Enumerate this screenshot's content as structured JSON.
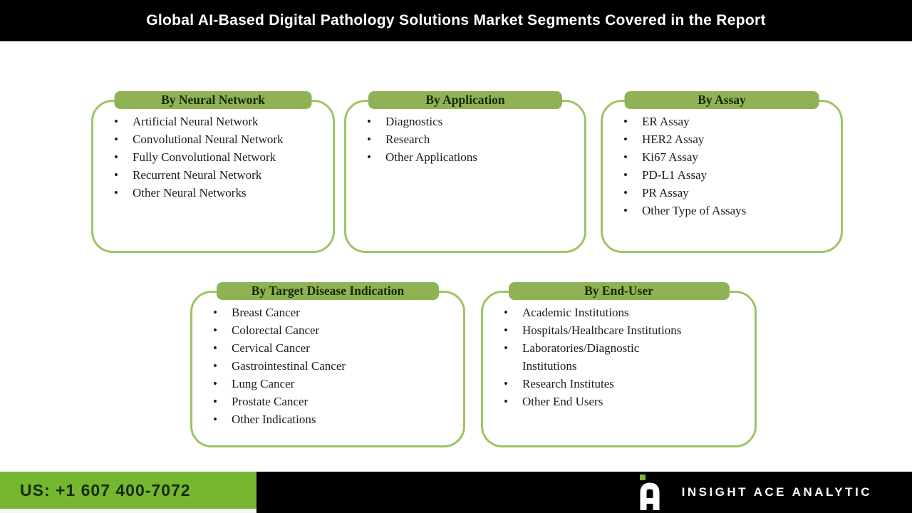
{
  "title": "Global AI-Based Digital Pathology Solutions Market Segments Covered in the Report",
  "colors": {
    "title_bar_bg": "#000000",
    "box_border_green": "#9ec463",
    "pill_green": "#8fb354",
    "footer_bar_bg": "#000000",
    "footer_green": "#75b72f",
    "brand_text": "#ffffff"
  },
  "segments": [
    {
      "heading": "By Neural Network",
      "items": [
        "Artificial Neural Network",
        "Convolutional Neural Network",
        "Fully Convolutional Network",
        "Recurrent Neural Network",
        "Other Neural Networks"
      ]
    },
    {
      "heading": "By Application",
      "items": [
        "Diagnostics",
        "Research",
        "Other Applications"
      ]
    },
    {
      "heading": "By Assay",
      "items": [
        "ER Assay",
        "HER2 Assay",
        "Ki67 Assay",
        "PD-L1 Assay",
        "PR Assay",
        "Other Type of Assays"
      ]
    },
    {
      "heading": "By Target Disease Indication",
      "items": [
        "Breast Cancer",
        "Colorectal Cancer",
        "Cervical Cancer",
        "Gastrointestinal Cancer",
        "Lung Cancer",
        "Prostate Cancer",
        "Other Indications"
      ]
    },
    {
      "heading": "By End-User",
      "items": [
        "Academic Institutions",
        "Hospitals/Healthcare Institutions",
        "Laboratories/Diagnostic\nInstitutions",
        "Research Institutes",
        "Other End Users"
      ]
    }
  ],
  "footer": {
    "phone": "US: +1 607 400-7072",
    "brand": "INSIGHT ACE ANALYTIC",
    "logo": "insight-ace-logo"
  }
}
